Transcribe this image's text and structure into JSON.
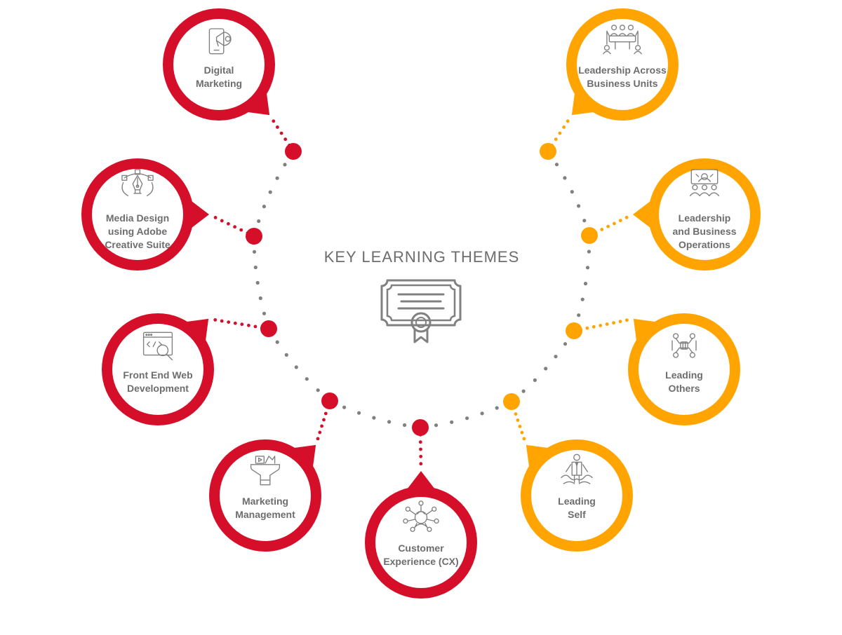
{
  "title": "KEY LEARNING THEMES",
  "colors": {
    "red": "#d50f2a",
    "orange": "#ffa400",
    "grey": "#808080",
    "text": "#6d6d6d"
  },
  "themes": [
    {
      "key": "digital-marketing",
      "lines": [
        "Digital",
        "Marketing"
      ],
      "color": "red",
      "icon": "megaphone-phone-icon"
    },
    {
      "key": "media-design",
      "lines": [
        "Media Design",
        "using Adobe",
        "Creative Suite"
      ],
      "color": "red",
      "icon": "pen-tool-icon"
    },
    {
      "key": "front-end-web",
      "lines": [
        "Front End Web",
        "Development"
      ],
      "color": "red",
      "icon": "code-window-icon"
    },
    {
      "key": "marketing-management",
      "lines": [
        "Marketing",
        "Management"
      ],
      "color": "red",
      "icon": "funnel-icon"
    },
    {
      "key": "customer-experience",
      "lines": [
        "Customer",
        "Experience (CX)"
      ],
      "color": "red",
      "icon": "customer-network-icon"
    },
    {
      "key": "leading-self",
      "lines": [
        "Leading",
        "Self"
      ],
      "color": "orange",
      "icon": "person-self-icon"
    },
    {
      "key": "leading-others",
      "lines": [
        "Leading",
        "Others"
      ],
      "color": "orange",
      "icon": "team-hands-icon"
    },
    {
      "key": "leadership-operations",
      "lines": [
        "Leadership",
        "and Business",
        "Operations"
      ],
      "color": "orange",
      "icon": "presentation-audience-icon"
    },
    {
      "key": "leadership-across",
      "lines": [
        "Leadership Across",
        "Business Units"
      ],
      "color": "orange",
      "icon": "meeting-table-icon"
    }
  ],
  "center_icon": "certificate-icon"
}
